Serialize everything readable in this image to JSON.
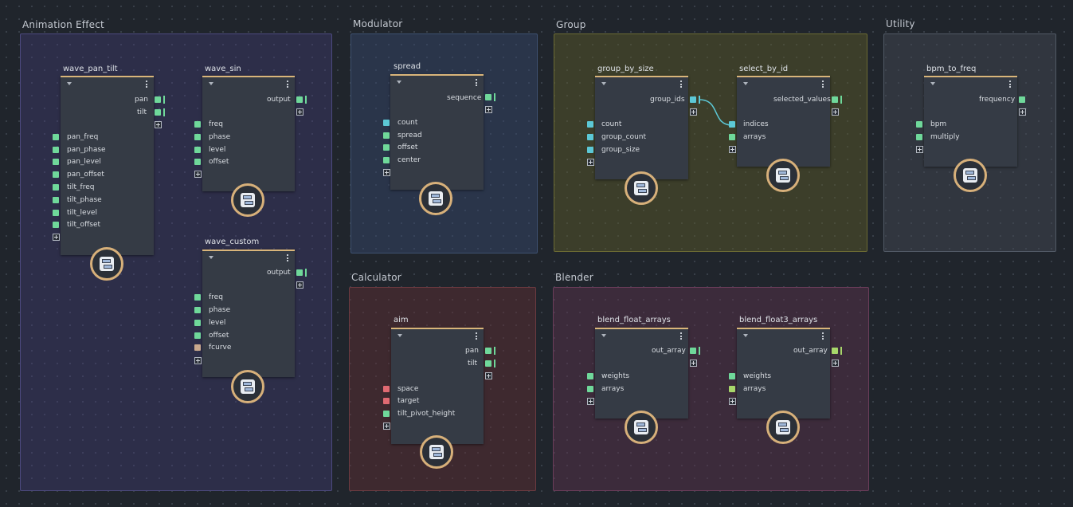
{
  "colors": {
    "socket_float": "#6fd89a",
    "socket_int": "#5cc8d6",
    "socket_vector": "#e06a72",
    "socket_fcurve": "#c9a98d",
    "socket_float3": "#a8d66a",
    "node_header": "#d9b57a"
  },
  "groups": [
    {
      "id": "animation_effect",
      "title": "Animation Effect"
    },
    {
      "id": "modulator",
      "title": "Modulator"
    },
    {
      "id": "group",
      "title": "Group"
    },
    {
      "id": "utility",
      "title": "Utility"
    },
    {
      "id": "calculator",
      "title": "Calculator"
    },
    {
      "id": "blender",
      "title": "Blender"
    }
  ],
  "nodes": {
    "wave_pan_tilt": {
      "title": "wave_pan_tilt",
      "outputs": [
        "pan",
        "tilt"
      ],
      "inputs": [
        "pan_freq",
        "pan_phase",
        "pan_level",
        "pan_offset",
        "tilt_freq",
        "tilt_phase",
        "tilt_level",
        "tilt_offset"
      ]
    },
    "wave_sin": {
      "title": "wave_sin",
      "outputs": [
        "output"
      ],
      "inputs": [
        "freq",
        "phase",
        "level",
        "offset"
      ]
    },
    "wave_custom": {
      "title": "wave_custom",
      "outputs": [
        "output"
      ],
      "inputs": [
        "freq",
        "phase",
        "level",
        "offset",
        "fcurve"
      ]
    },
    "spread": {
      "title": "spread",
      "outputs": [
        "sequence"
      ],
      "inputs": [
        "count",
        "spread",
        "offset",
        "center"
      ]
    },
    "group_by_size": {
      "title": "group_by_size",
      "outputs": [
        "group_ids"
      ],
      "inputs": [
        "count",
        "group_count",
        "group_size"
      ]
    },
    "select_by_id": {
      "title": "select_by_id",
      "outputs": [
        "selected_values"
      ],
      "inputs": [
        "indices",
        "arrays"
      ]
    },
    "bpm_to_freq": {
      "title": "bpm_to_freq",
      "outputs": [
        "frequency"
      ],
      "inputs": [
        "bpm",
        "multiply"
      ]
    },
    "aim": {
      "title": "aim",
      "outputs": [
        "pan",
        "tilt"
      ],
      "inputs": [
        "space",
        "target",
        "tilt_pivot_height"
      ]
    },
    "blend_float_arrays": {
      "title": "blend_float_arrays",
      "outputs": [
        "out_array"
      ],
      "inputs": [
        "weights",
        "arrays"
      ]
    },
    "blend_float3_arrays": {
      "title": "blend_float3_arrays",
      "outputs": [
        "out_array"
      ],
      "inputs": [
        "weights",
        "arrays"
      ]
    }
  }
}
